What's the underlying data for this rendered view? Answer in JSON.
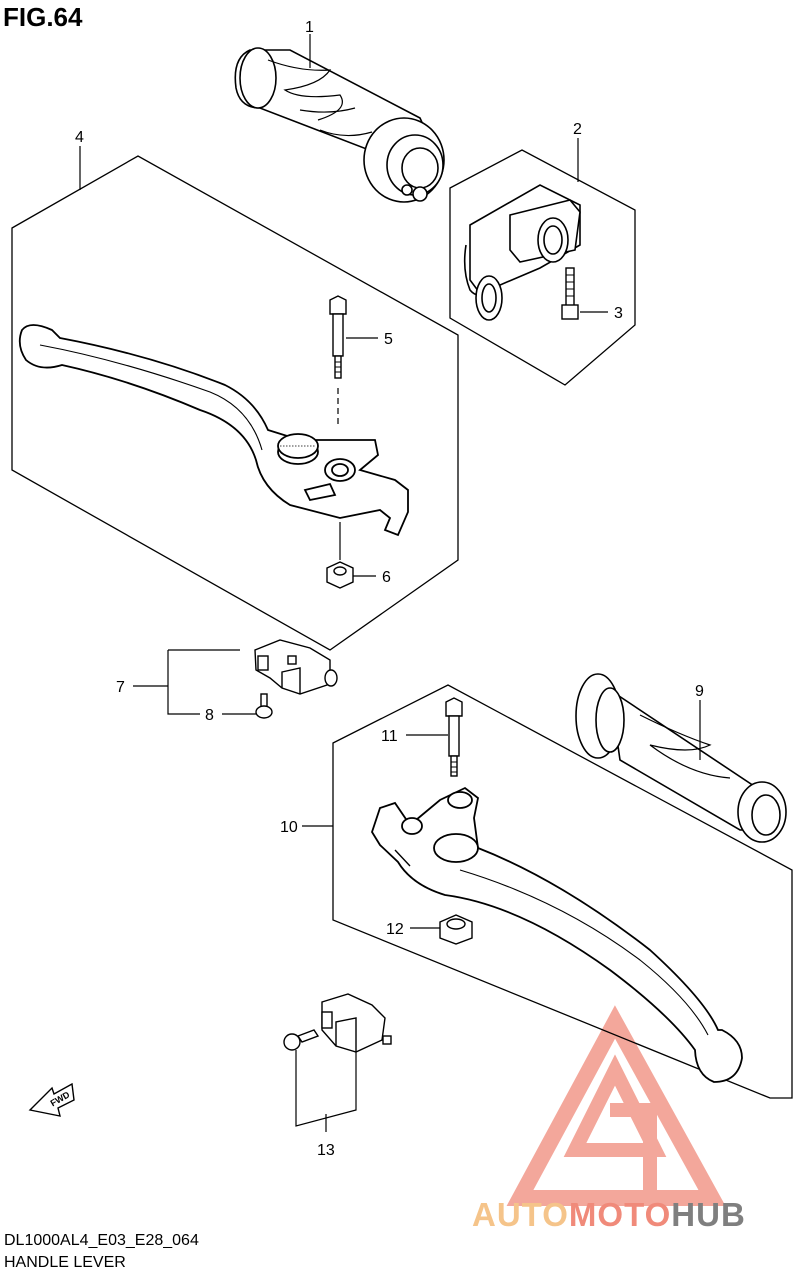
{
  "figure": {
    "title": "FIG.64",
    "model_code": "DL1000AL4_E03_E28_064",
    "section_name": "HANDLE LEVER"
  },
  "callouts": [
    {
      "id": "callout-1",
      "number": "1"
    },
    {
      "id": "callout-2",
      "number": "2"
    },
    {
      "id": "callout-3",
      "number": "3"
    },
    {
      "id": "callout-4",
      "number": "4"
    },
    {
      "id": "callout-5",
      "number": "5"
    },
    {
      "id": "callout-6",
      "number": "6"
    },
    {
      "id": "callout-7",
      "number": "7"
    },
    {
      "id": "callout-8",
      "number": "8"
    },
    {
      "id": "callout-9",
      "number": "9"
    },
    {
      "id": "callout-10",
      "number": "10"
    },
    {
      "id": "callout-11",
      "number": "11"
    },
    {
      "id": "callout-12",
      "number": "12"
    },
    {
      "id": "callout-13",
      "number": "13"
    }
  ],
  "direction_arrow": {
    "label": "FWD"
  },
  "watermark": {
    "part1": "AUTO",
    "part2": "MOTO",
    "part3": "HUB",
    "colors": {
      "auto": "#f5c48a",
      "moto": "#f08a7a",
      "hub": "#7f7f7f",
      "logo": "#f08a7a"
    }
  }
}
